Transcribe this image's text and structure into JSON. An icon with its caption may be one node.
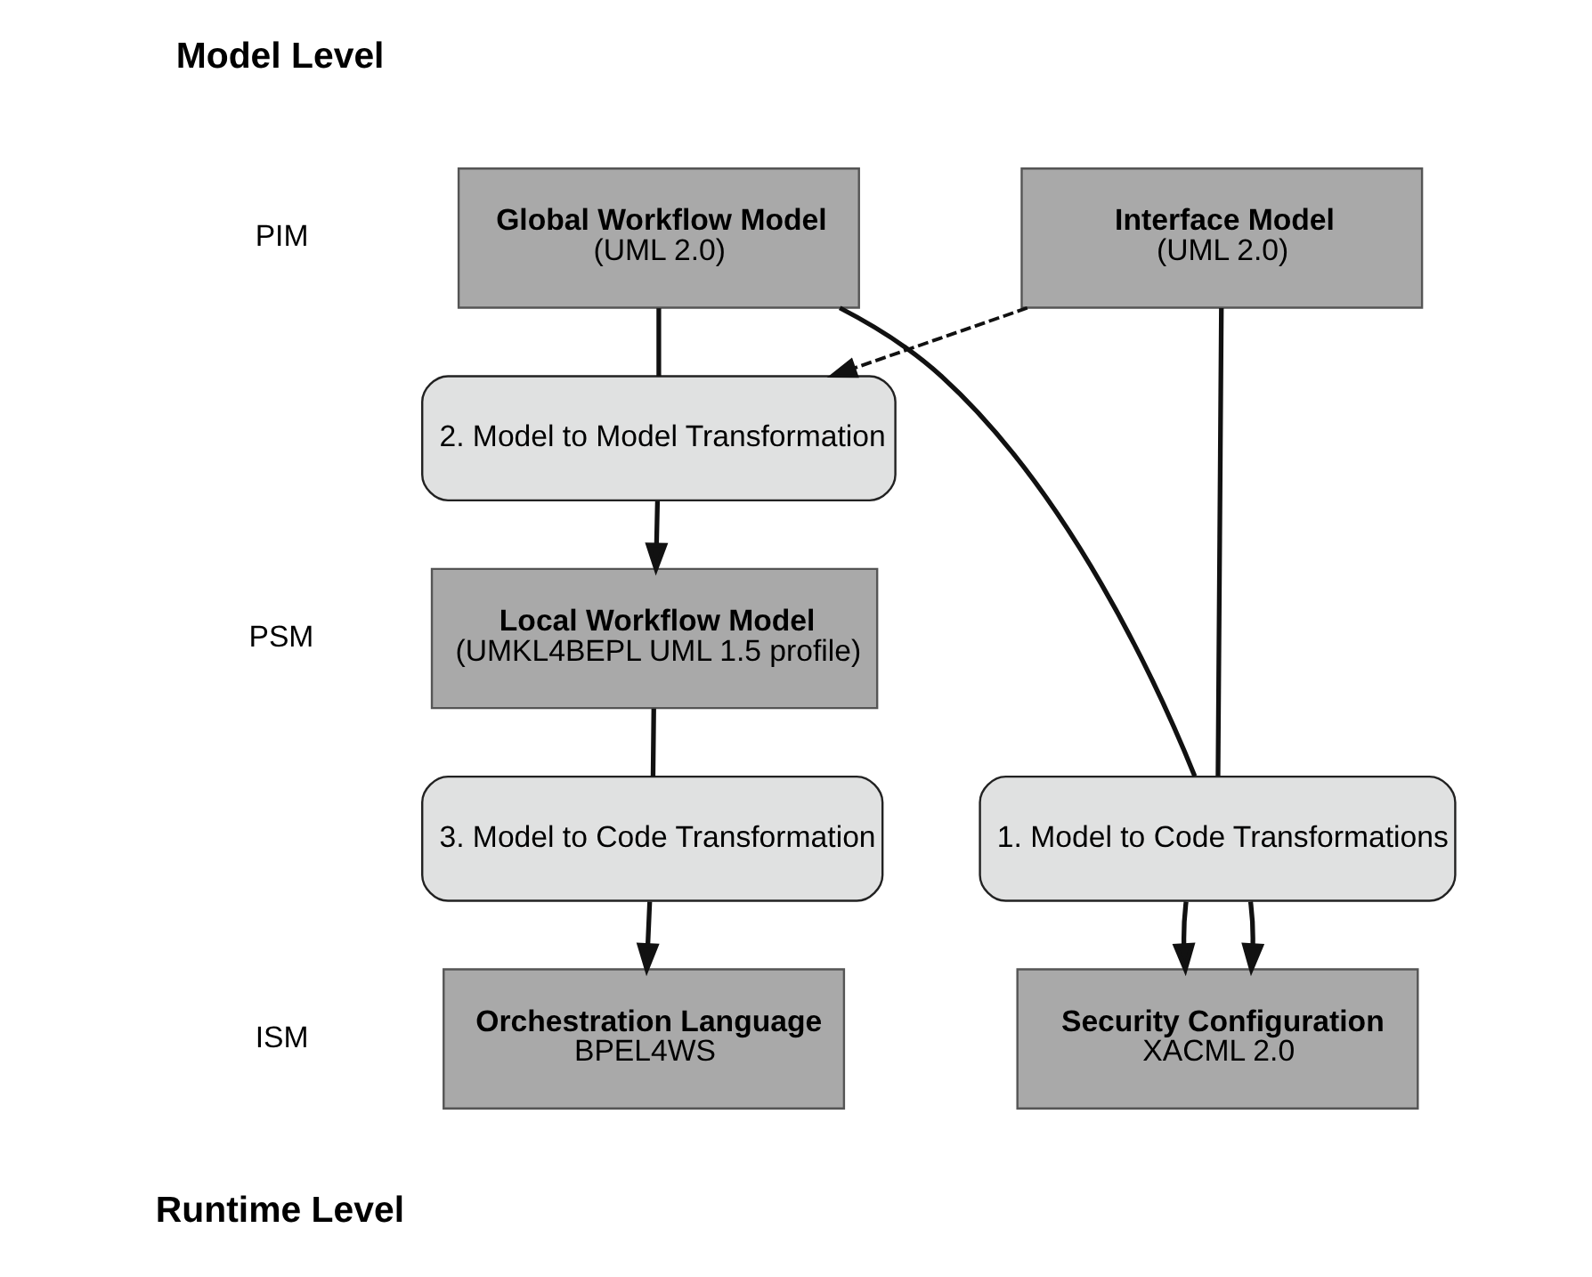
{
  "diagram": {
    "nodes": [
      {
        "text": [
          "Global Workflow Model",
          "(UML 2.0)"
        ]
      },
      {
        "text": [
          "Interface Model",
          "(UML 2.0)"
        ]
      },
      {
        "text": [
          "2. Model to Model Transformation"
        ]
      },
      {
        "text": [
          "Local Workflow Model",
          "(UMKL4BEPL UML 1.5 profile)"
        ]
      },
      {
        "text": [
          "3. Model to Code Transformation"
        ]
      },
      {
        "text": [
          "1. Model to Code Transformations"
        ]
      },
      {
        "text": [
          "Orchestration Language",
          "BPEL4WS"
        ]
      },
      {
        "text": [
          "Security Configuration",
          "XACML 2.0"
        ]
      }
    ],
    "edges": [
      {
        "from": 0,
        "to": 2,
        "arrow": "none"
      },
      {
        "from": 1,
        "to": 2,
        "arrow": "to",
        "style": "dashed"
      },
      {
        "from": 2,
        "to": 3,
        "arrow": "to"
      },
      {
        "from": 3,
        "to": 4,
        "arrow": "none"
      },
      {
        "from": 4,
        "to": 6,
        "arrow": "to"
      },
      {
        "from": 0,
        "to": 5,
        "arrow": "none"
      },
      {
        "from": 1,
        "to": 5,
        "arrow": "none"
      },
      {
        "from": 5,
        "to": 7,
        "arrow": "to"
      },
      {
        "from": 5,
        "to": 7,
        "arrow": "to"
      }
    ],
    "labels": [
      "Model Level",
      "PIM",
      "PSM",
      "ISM",
      "Runtime Level"
    ]
  }
}
